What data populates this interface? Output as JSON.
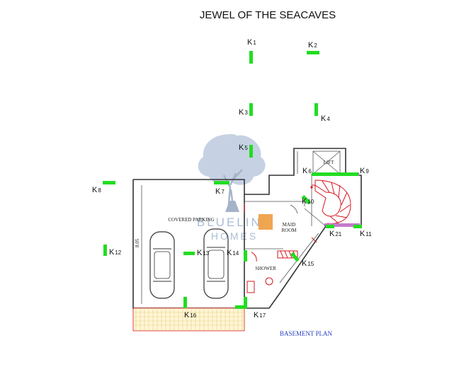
{
  "title": "JEWEL OF THE SEACAVES",
  "plan_caption": "BASEMENT PLAN",
  "rooms": {
    "covered_parking": "COVERED PARKING",
    "maid_room_line1": "MAID",
    "maid_room_line2": "ROOM",
    "shower": "SHOWER",
    "lift": "LIFT"
  },
  "watermark": {
    "line1": "BLUELINE",
    "line2": "HOMES"
  },
  "dimension_label": "8.05",
  "accent_color": "#22dd22",
  "markers": [
    {
      "id": "K1",
      "prefix": "K",
      "num": "1"
    },
    {
      "id": "K2",
      "prefix": "K",
      "num": "2"
    },
    {
      "id": "K3",
      "prefix": "K",
      "num": "3"
    },
    {
      "id": "K4",
      "prefix": "K",
      "num": "4"
    },
    {
      "id": "K5",
      "prefix": "K",
      "num": "5"
    },
    {
      "id": "K6",
      "prefix": "K",
      "num": "6"
    },
    {
      "id": "K7",
      "prefix": "K",
      "num": "7"
    },
    {
      "id": "K8",
      "prefix": "K",
      "num": "8"
    },
    {
      "id": "K9",
      "prefix": "K",
      "num": "9"
    },
    {
      "id": "K10",
      "prefix": "K",
      "num": "10"
    },
    {
      "id": "K11",
      "prefix": "K",
      "num": "11"
    },
    {
      "id": "K12",
      "prefix": "K",
      "num": "12"
    },
    {
      "id": "K13",
      "prefix": "K",
      "num": "13"
    },
    {
      "id": "K14",
      "prefix": "K",
      "num": "14"
    },
    {
      "id": "K15",
      "prefix": "K",
      "num": "15"
    },
    {
      "id": "K16",
      "prefix": "K",
      "num": "16"
    },
    {
      "id": "K17",
      "prefix": "K",
      "num": "17"
    },
    {
      "id": "K21",
      "prefix": "K",
      "num": "21"
    }
  ]
}
